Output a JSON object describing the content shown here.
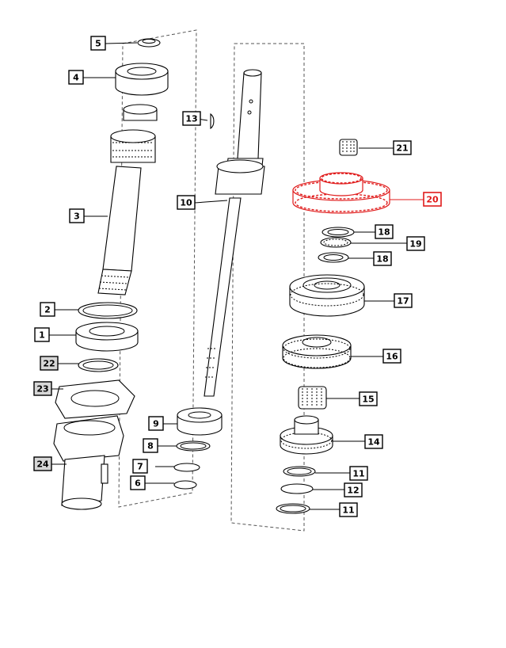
{
  "colors": {
    "highlight": "#e01b1b",
    "line": "#000000",
    "callout_fill": "#ffffff",
    "shaded_fill": "#d6d6d6"
  },
  "callouts": {
    "c1": "1",
    "c2": "2",
    "c3": "3",
    "c4": "4",
    "c5": "5",
    "c6": "6",
    "c7": "7",
    "c8": "8",
    "c9": "9",
    "c10": "10",
    "c11a": "11",
    "c11b": "11",
    "c12": "12",
    "c13": "13",
    "c14": "14",
    "c15": "15",
    "c16": "16",
    "c17": "17",
    "c18a": "18",
    "c18b": "18",
    "c19": "19",
    "c20": "20",
    "c21": "21",
    "c22": "22",
    "c23": "23",
    "c24": "24"
  },
  "highlighted_part": "20"
}
